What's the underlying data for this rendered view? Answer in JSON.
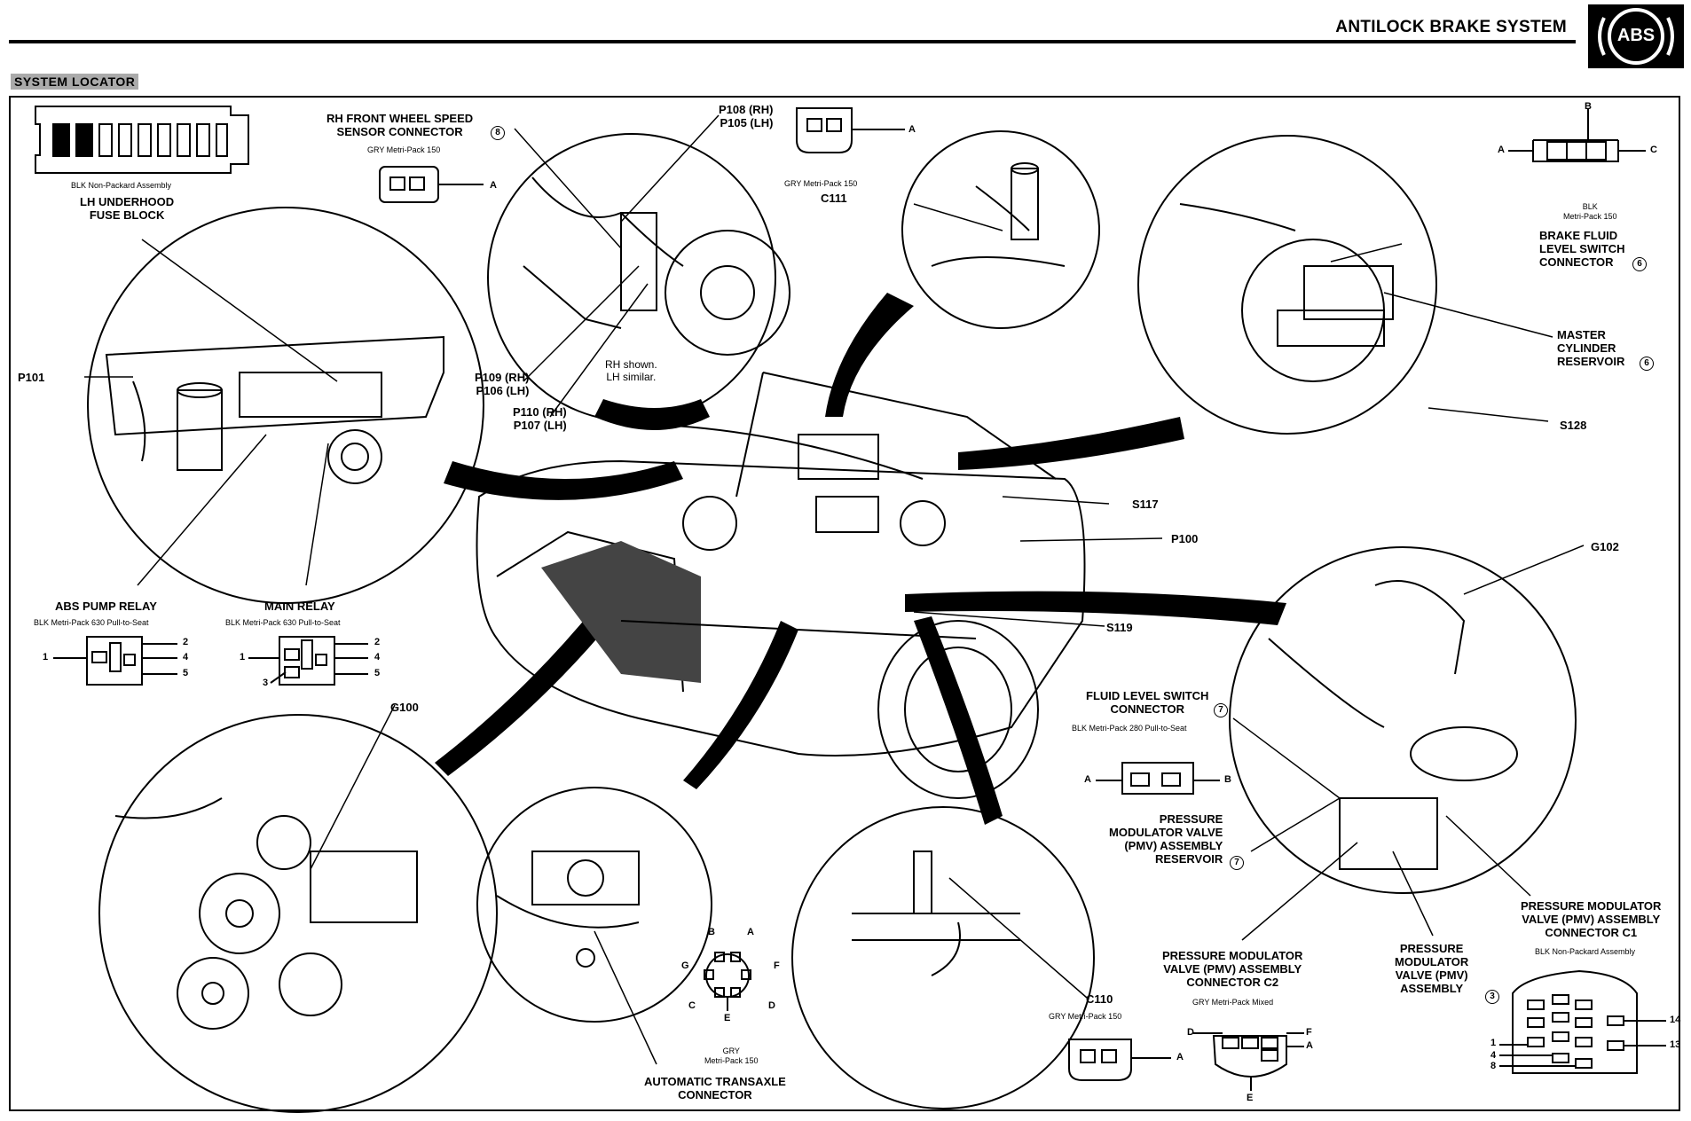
{
  "header": {
    "title": "ANTILOCK BRAKE SYSTEM",
    "badge": "ABS",
    "section": "SYSTEM LOCATOR"
  },
  "callouts": {
    "fuse_block_sub": "BLK Non-Packard Assembly",
    "fuse_block": "LH UNDERHOOD\nFUSE BLOCK",
    "p101": "P101",
    "rh_sensor": "RH FRONT WHEEL SPEED\nSENSOR CONNECTOR",
    "rh_sensor_num": "8",
    "rh_sensor_sub": "GRY Metri-Pack 150",
    "rh_sensor_pin": "A",
    "p108": "P108 (RH)\nP105 (LH)",
    "p109": "P109 (RH)\nP106 (LH)",
    "p110": "P110 (RH)\nP107 (LH)",
    "rh_shown": "RH shown.\nLH similar.",
    "c111_sub": "GRY Metri-Pack 150",
    "c111": "C111",
    "c111_pin": "A",
    "brake_fluid_pins": {
      "a": "A",
      "b": "B",
      "c": "C"
    },
    "brake_fluid_sub": "BLK\nMetri-Pack 150",
    "brake_fluid": "BRAKE FLUID\nLEVEL SWITCH\nCONNECTOR",
    "brake_fluid_num": "6",
    "master_cyl": "MASTER\nCYLINDER\nRESERVOIR",
    "master_cyl_num": "6",
    "s128": "S128",
    "s117": "S117",
    "p100": "P100",
    "s119": "S119",
    "g102": "G102",
    "abs_pump": "ABS PUMP RELAY",
    "abs_pump_sub": "BLK Metri-Pack 630 Pull-to-Seat",
    "main_relay": "MAIN RELAY",
    "main_relay_sub": "BLK Metri-Pack 630 Pull-to-Seat",
    "relay_pins": [
      "1",
      "2",
      "4",
      "5",
      "3"
    ],
    "g100": "G100",
    "fluid_level": "FLUID LEVEL SWITCH\nCONNECTOR",
    "fluid_level_num": "7",
    "fluid_level_sub": "BLK Metri-Pack 280 Pull-to-Seat",
    "fluid_level_pins": {
      "a": "A",
      "b": "B"
    },
    "pmv_reservoir": "PRESSURE\nMODULATOR VALVE\n(PMV) ASSEMBLY\nRESERVOIR",
    "pmv_reservoir_num": "7",
    "pmv_c1": "PRESSURE MODULATOR\nVALVE (PMV) ASSEMBLY\nCONNECTOR C1",
    "pmv_c1_sub": "BLK Non-Packard Assembly",
    "pmv_c1_pins": [
      "14",
      "13",
      "1",
      "4",
      "8"
    ],
    "pmv_c2": "PRESSURE MODULATOR\nVALVE (PMV) ASSEMBLY\nCONNECTOR C2",
    "pmv_c2_sub": "GRY Metri-Pack Mixed",
    "pmv_c2_pins": {
      "d": "D",
      "f": "F",
      "a": "A",
      "e": "E"
    },
    "pmv_assembly": "PRESSURE\nMODULATOR\nVALVE (PMV)\nASSEMBLY",
    "pmv_assembly_num": "3",
    "trans_pins": {
      "a": "A",
      "b": "B",
      "c": "C",
      "d": "D",
      "e": "E",
      "f": "F",
      "g": "G"
    },
    "trans_sub": "GRY\nMetri-Pack 150",
    "trans": "AUTOMATIC TRANSAXLE\nCONNECTOR",
    "c110": "C110",
    "c110_sub": "GRY Metri-Pack 150",
    "c110_pin": "A"
  }
}
